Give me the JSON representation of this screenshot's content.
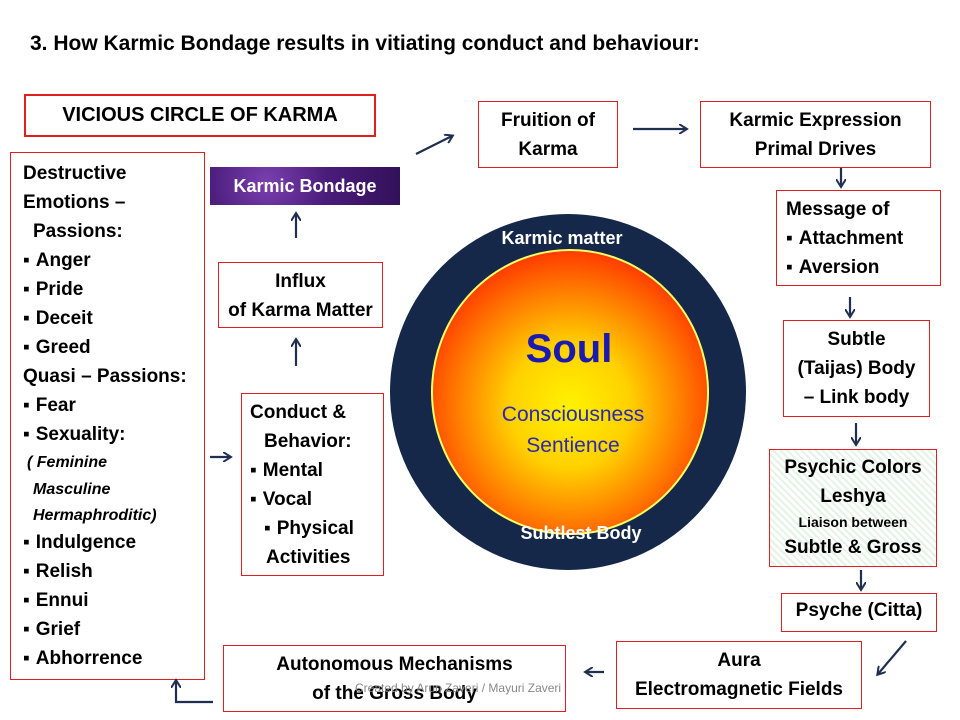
{
  "title": "3. How Karmic Bondage results in vitiating conduct and behaviour:",
  "vicious_label": "VICIOUS CIRCLE OF KARMA",
  "karmic_bondage": "Karmic Bondage",
  "influx": [
    "Influx",
    "of Karma Matter"
  ],
  "conduct": {
    "line1": "Conduct &",
    "line2": "Behavior:",
    "items": [
      "Mental",
      "Vocal",
      "Physical"
    ],
    "last": "Activities"
  },
  "passions": {
    "header1": "Destructive",
    "header2": "Emotions –",
    "header3": "Passions:",
    "list": [
      "Anger",
      "Pride",
      "Deceit",
      "Greed"
    ],
    "quasi": "Quasi – Passions:",
    "fear": "Fear",
    "sexuality": "Sexuality:",
    "sex_types": [
      "( Feminine",
      "Masculine",
      "Hermaphroditic)"
    ],
    "rest": [
      "Indulgence",
      "Relish",
      "Ennui",
      "Grief",
      "Abhorrence"
    ]
  },
  "fruition": [
    "Fruition of",
    "Karma"
  ],
  "expression": [
    "Karmic Expression",
    "Primal Drives"
  ],
  "message": {
    "line1": "Message of",
    "items": [
      "Attachment",
      "Aversion"
    ]
  },
  "subtle": [
    "Subtle",
    "(Taijas) Body",
    "– Link body"
  ],
  "psychic": [
    "Psychic Colors",
    "Leshya",
    "Liaison between",
    "Subtle & Gross"
  ],
  "psyche": "Psyche (Citta)",
  "aura": [
    "Aura",
    "Electromagnetic Fields"
  ],
  "autonomous": [
    "Autonomous Mechanisms",
    "of the Gross Body"
  ],
  "circle": {
    "outer_top": "Karmic matter",
    "outer_bottom": "Subtlest Body",
    "soul": "Soul",
    "consciousness": "Consciousness",
    "sentience": "Sentience"
  },
  "watermark": "Created by Arun Zaveri / Mayuri Zaveri",
  "colors": {
    "box_border": "#e02020",
    "arrow": "#1f2f4f",
    "outer_circle": "#15284a",
    "soul_text": "#1a1ab0"
  }
}
